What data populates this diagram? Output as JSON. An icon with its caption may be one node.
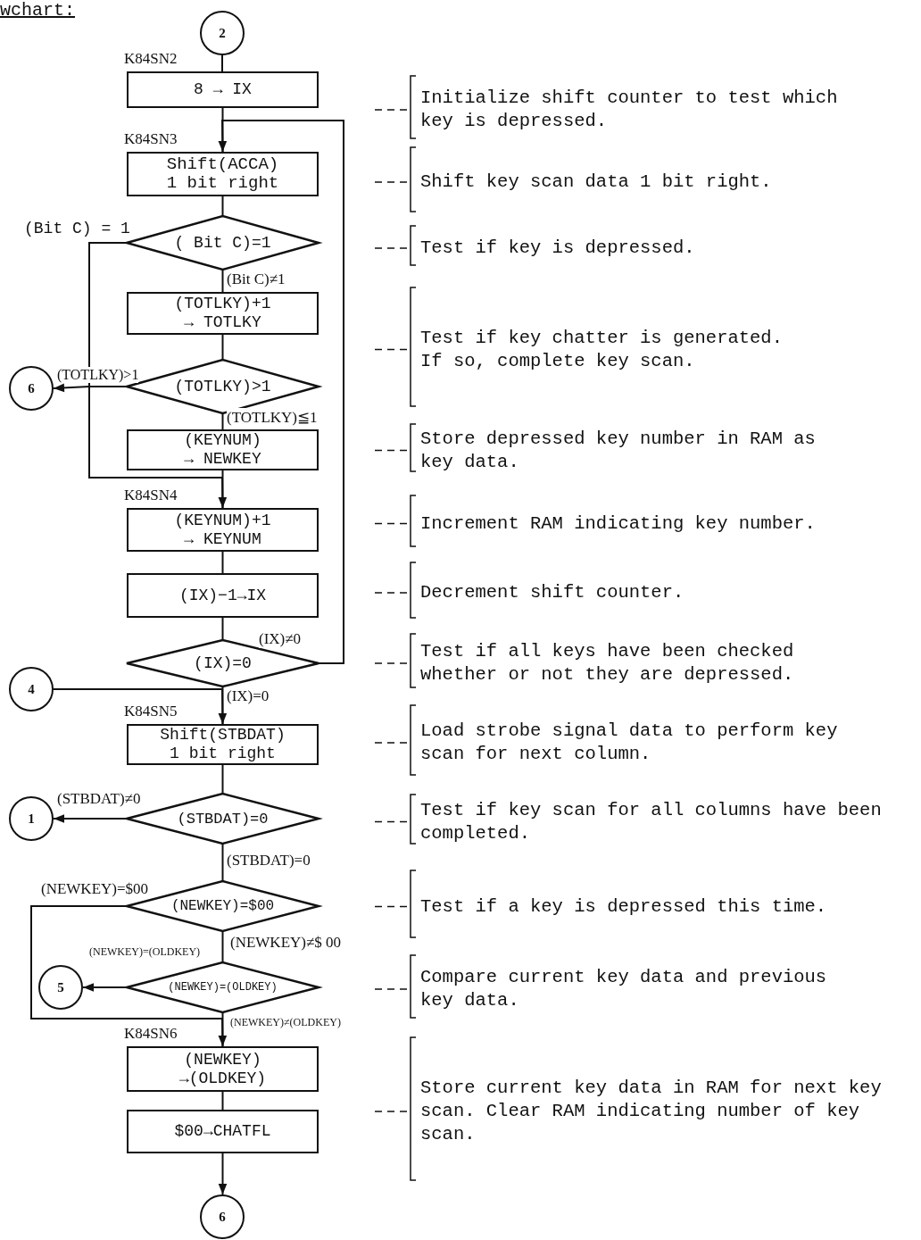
{
  "diagram": {
    "title": "wchart:",
    "nodes": [
      {
        "text": [
          "2"
        ]
      },
      {
        "text": [
          "8 → IX"
        ],
        "beside": [
          "K84SN2"
        ]
      },
      {
        "text": [
          "Shift(ACCA) 1 bit right"
        ],
        "beside": [
          "K84SN3"
        ]
      },
      {
        "text": [
          "( Bit C)=1"
        ]
      },
      {
        "text": [
          "(TOTLKY)+1 → TOTLKY"
        ]
      },
      {
        "text": [
          "(TOTLKY)>1"
        ]
      },
      {
        "text": [
          "6"
        ]
      },
      {
        "text": [
          "(KEYNUM) → NEWKEY"
        ]
      },
      {
        "text": [
          "(KEYNUM)+1 → KEYNUM"
        ],
        "beside": [
          "K84SN4"
        ]
      },
      {
        "text": [
          "(IX)−1→IX"
        ]
      },
      {
        "text": [
          "(IX)=0"
        ]
      },
      {
        "text": [
          "4"
        ]
      },
      {
        "text": [
          "Shift(STBDAT) 1 bit right"
        ],
        "beside": [
          "K84SN5"
        ]
      },
      {
        "text": [
          "(STBDAT)=0"
        ]
      },
      {
        "text": [
          "1"
        ]
      },
      {
        "text": [
          "(NEWKEY)=$00"
        ]
      },
      {
        "text": [
          "5"
        ]
      },
      {
        "text": [
          "(NEWKEY)=(OLDKEY)"
        ]
      },
      {
        "text": [
          "(NEWKEY) →(OLDKEY)"
        ],
        "beside": [
          "K84SN6"
        ]
      },
      {
        "text": [
          "$00→CHATFL"
        ]
      },
      {
        "text": [
          "6"
        ]
      }
    ],
    "edges": [
      {
        "from": 0,
        "to": 1,
        "arrow": "none"
      },
      {
        "from": 1,
        "to": 2,
        "arrow": "none"
      },
      {
        "from": 2,
        "to": 3,
        "arrow": "none"
      },
      {
        "from": 3,
        "to": 8,
        "arrow": "to",
        "label": "(Bit C) = 1"
      },
      {
        "from": 3,
        "to": 4,
        "arrow": "none",
        "label": "(Bit C)≠1"
      },
      {
        "from": 4,
        "to": 5,
        "arrow": "none"
      },
      {
        "from": 5,
        "to": 6,
        "arrow": "to",
        "label": "(TOTLKY)>1"
      },
      {
        "from": 5,
        "to": 7,
        "arrow": "none",
        "label": "(TOTLKY)≦1"
      },
      {
        "from": 7,
        "to": 8,
        "arrow": "none"
      },
      {
        "from": 8,
        "to": 9,
        "arrow": "none"
      },
      {
        "from": 9,
        "to": 10,
        "arrow": "none"
      },
      {
        "from": 10,
        "to": 2,
        "arrow": "to",
        "label": "(IX)≠0"
      },
      {
        "from": 10,
        "to": 12,
        "arrow": "none",
        "label": "(IX)=0"
      },
      {
        "from": 11,
        "to": 12,
        "arrow": "to"
      },
      {
        "from": 12,
        "to": 13,
        "arrow": "none"
      },
      {
        "from": 13,
        "to": 14,
        "arrow": "to",
        "label": "(STBDAT)≠0"
      },
      {
        "from": 13,
        "to": 15,
        "arrow": "none",
        "label": "(STBDAT)=0"
      },
      {
        "from": 15,
        "to": 18,
        "arrow": "to",
        "label": "(NEWKEY)=$00"
      },
      {
        "from": 15,
        "to": 17,
        "arrow": "none",
        "label": "(NEWKEY)≠$ 00"
      },
      {
        "from": 17,
        "to": 16,
        "arrow": "to",
        "label": "(NEWKEY)=(OLDKEY)"
      },
      {
        "from": 17,
        "to": 18,
        "arrow": "none",
        "label": "(NEWKEY)≠(OLDKEY)"
      },
      {
        "from": 18,
        "to": 19,
        "arrow": "none"
      },
      {
        "from": 19,
        "to": 20,
        "arrow": "to"
      }
    ],
    "labels": [
      "Initialize shift counter to test which key is depressed.",
      "Shift key scan data 1 bit right.",
      "Test if key is depressed.",
      "Test if key chatter is generated. If so, complete key scan.",
      "Store depressed key number in RAM as key data.",
      "Increment RAM indicating key number.",
      "Decrement shift counter.",
      "Test if all keys have been checked whether or not they are depressed.",
      "Load strobe signal data to perform key scan for next column.",
      "Test if key scan for all columns have been completed.",
      "Test if a key is depressed this time.",
      "Compare current key data and previous key data.",
      "Store current key data in RAM for next key scan. Clear RAM indicating number of key scan."
    ]
  }
}
